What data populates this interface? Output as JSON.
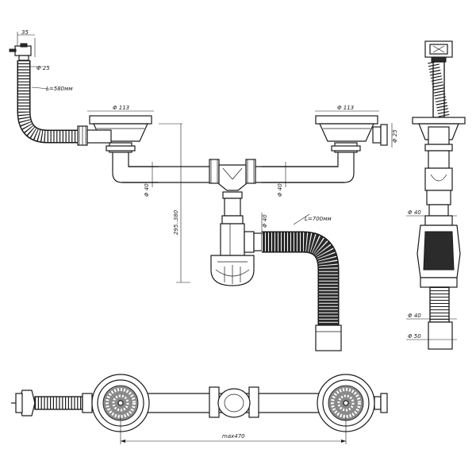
{
  "labels": {
    "w35": "35",
    "d25_hose": "Φ 25",
    "hose_len_580": "L=580мм",
    "d113_left": "Φ 113",
    "d113_right": "Φ 113",
    "d25_right": "Φ 25",
    "d40_left": "Φ 40",
    "d40_mid": "Φ 40",
    "h295_380": "295..380",
    "d40_outlet": "Φ 40",
    "hose_len_700": "L=700мм",
    "side_d40_top": "Φ 40",
    "side_d40_bottom": "Φ 40",
    "side_d50": "Φ 50",
    "max470": "max470"
  }
}
